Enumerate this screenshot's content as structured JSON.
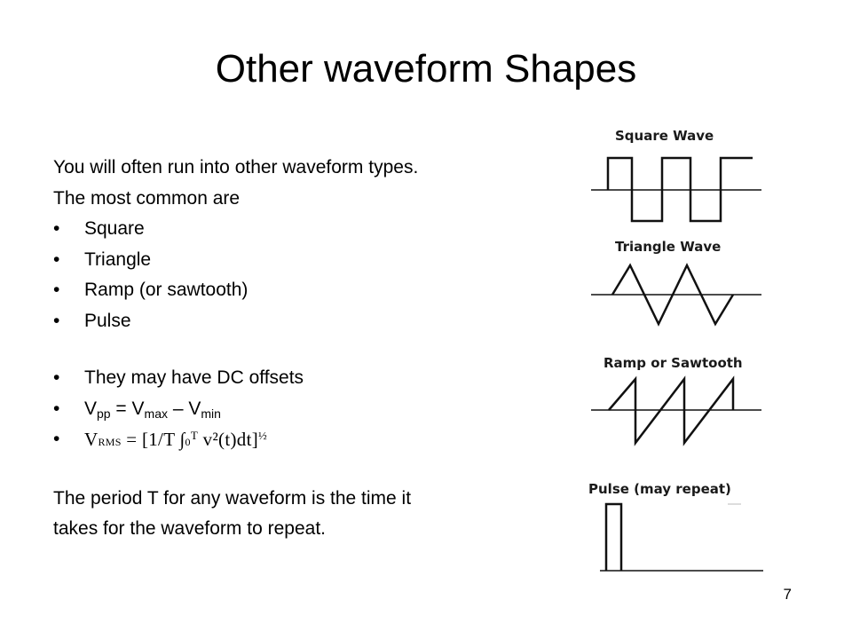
{
  "slide": {
    "title": "Other waveform Shapes",
    "intro_1": "You will often run into other waveform types.",
    "intro_2": "The most common are",
    "types": [
      "Square",
      "Triangle",
      "Ramp (or sawtooth)",
      "Pulse"
    ],
    "bullet_symbol": "•",
    "dc_offsets": "They may have DC offsets",
    "vpp": {
      "v": "V",
      "pp": "pp",
      "eq": " = ",
      "max": "max",
      "minus": " – ",
      "min": "min"
    },
    "rms": {
      "v": "V",
      "sub": "RMS",
      "eq": " = [1/T ∫",
      "lower": "0",
      "upper": "T",
      "rest": " v²(t)dt]",
      "exp": "½"
    },
    "period_1": "The period T for any waveform is the time it",
    "period_2": "takes for the waveform to repeat.",
    "page_number": "7"
  },
  "figure": {
    "labels": [
      "Square Wave",
      "Triangle Wave",
      "Ramp or Sawtooth",
      "Pulse (may repeat)"
    ]
  }
}
